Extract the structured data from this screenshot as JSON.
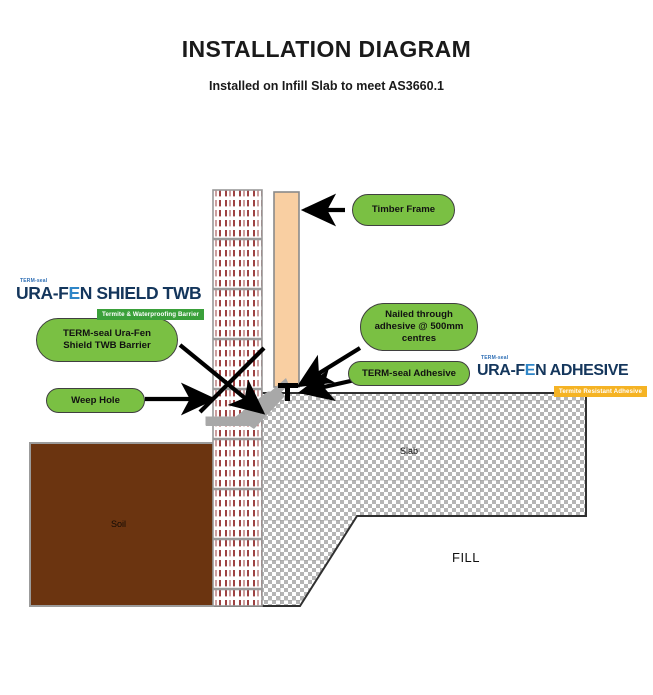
{
  "header": {
    "title": "INSTALLATION DIAGRAM",
    "subtitle": "Installed on Infill Slab to meet AS3660.1"
  },
  "logos": {
    "left": {
      "prefix": "TERM-seal",
      "name_part1": "URA-F",
      "name_part2": "E",
      "name_part3": "N SHIELD TWB",
      "tagline": "Termite & Waterproofing Barrier",
      "tag_color": "#3aa03a",
      "text_color": "#14365c",
      "accent_color": "#2f86c8"
    },
    "right": {
      "prefix": "TERM-seal",
      "name_part1": "URA-F",
      "name_part2": "E",
      "name_part3": "N ADHESIVE",
      "tagline": "Termite Resistant Adhesive",
      "tag_color": "#f5b324",
      "text_color": "#14365c",
      "accent_color": "#2f86c8"
    }
  },
  "callouts": [
    {
      "id": "timber-frame",
      "lines": [
        "Timber Frame"
      ]
    },
    {
      "id": "twb-barrier",
      "lines": [
        "TERM-seal Ura-Fen",
        "Shield TWB Barrier"
      ]
    },
    {
      "id": "nailed-through",
      "lines": [
        "Nailed through",
        "adhesive @ 500mm",
        "centres"
      ]
    },
    {
      "id": "term-seal-adhesive",
      "lines": [
        "TERM-seal Adhesive"
      ]
    },
    {
      "id": "weep-hole",
      "lines": [
        "Weep Hole"
      ]
    }
  ],
  "diagram_labels": {
    "slab": "Slab",
    "soil": "Soil",
    "fill": "FILL"
  },
  "colors": {
    "callout_green": "#7ac043",
    "callout_border": "#3f3f3f",
    "timber_frame": "#f9cfa2",
    "timber_frame_border": "#8a8a8a",
    "soil_brown": "#6b3410",
    "slab_hatch": "#b5b5b5",
    "slab_border": "#303030",
    "barrier_dash": "#8c2020",
    "barrier_band": "#9a9a9a",
    "flashing_gray": "#a8a8a8",
    "arrow_black": "#000000",
    "background": "#ffffff"
  }
}
